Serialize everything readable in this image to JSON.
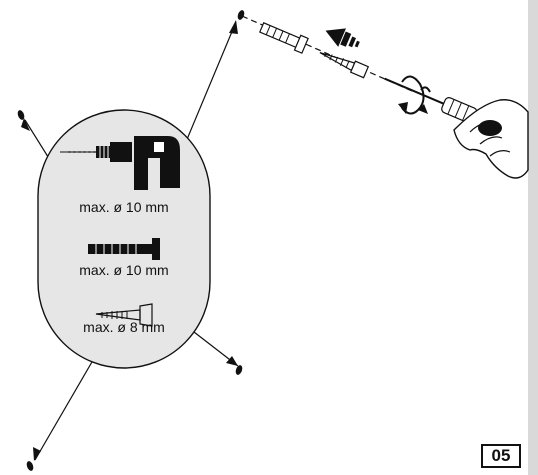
{
  "labels": {
    "drill_bit": "max. ø 10 mm",
    "wall_plug": "max. ø 10 mm",
    "screw": "max. ø 8 mm"
  },
  "step_number": "05",
  "colors": {
    "ink": "#111111",
    "badge_fill": "#e6e6e6",
    "side_strip": "#d9d9d9",
    "background": "#ffffff"
  },
  "icons": [
    "drill-icon",
    "wall-plug-icon",
    "screw-icon",
    "screwdriver-icon",
    "hand-icon",
    "push-arrow-icon",
    "rotation-arrow-icon"
  ]
}
